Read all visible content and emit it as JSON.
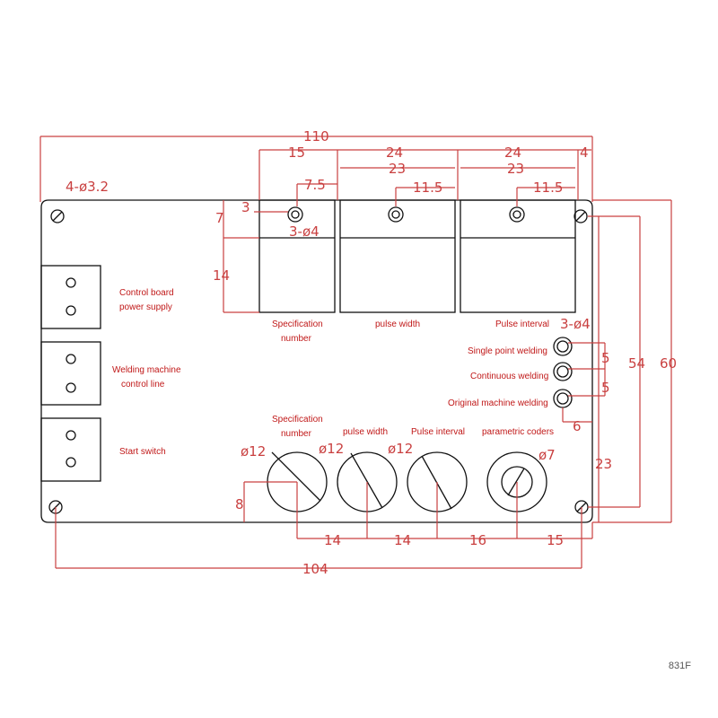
{
  "dimensions": {
    "overall_width": "110",
    "mount_hole_spec": "4-ø3.2",
    "seg_15": "15",
    "seg_24a": "24",
    "seg_24b": "24",
    "seg_4": "4",
    "window_23a": "23",
    "window_23b": "23",
    "offset_7_5": "7.5",
    "offset_11_5a": "11.5",
    "offset_11_5b": "11.5",
    "offset_3": "3",
    "offset_7": "7",
    "hole_spec_top": "3-ø4",
    "height_14": "14",
    "hole_spec_right": "3-ø4",
    "led_pitch_1": "5",
    "led_pitch_2": "5",
    "led_offset_6": "6",
    "height_54": "54",
    "height_60": "60",
    "height_23": "23",
    "knob_dia_1": "ø12",
    "knob_dia_2": "ø12",
    "knob_dia_3": "ø12",
    "knob_dia_4": "ø7",
    "knob_offset_8": "8",
    "knob_pitch_14a": "14",
    "knob_pitch_14b": "14",
    "knob_pitch_16": "16",
    "knob_pitch_15": "15",
    "hole_pitch_104": "104"
  },
  "labels": {
    "terminal_1_line1": "Control board",
    "terminal_1_line2": "power supply",
    "terminal_2_line1": "Welding machine",
    "terminal_2_line2": "control line",
    "terminal_3": "Start switch",
    "window_1_line1": "Specification",
    "window_1_line2": "number",
    "window_2": "pulse width",
    "window_3": "Pulse interval",
    "led_1": "Single point welding",
    "led_2": "Continuous welding",
    "led_3": "Original machine welding",
    "knob_1_line1": "Specification",
    "knob_1_line2": "number",
    "knob_2": "pulse width",
    "knob_3": "Pulse interval",
    "knob_4": "parametric coders"
  },
  "product_code": "831F",
  "colors": {
    "dimension": "#c94040",
    "label": "#c01818",
    "outline": "#111111"
  }
}
